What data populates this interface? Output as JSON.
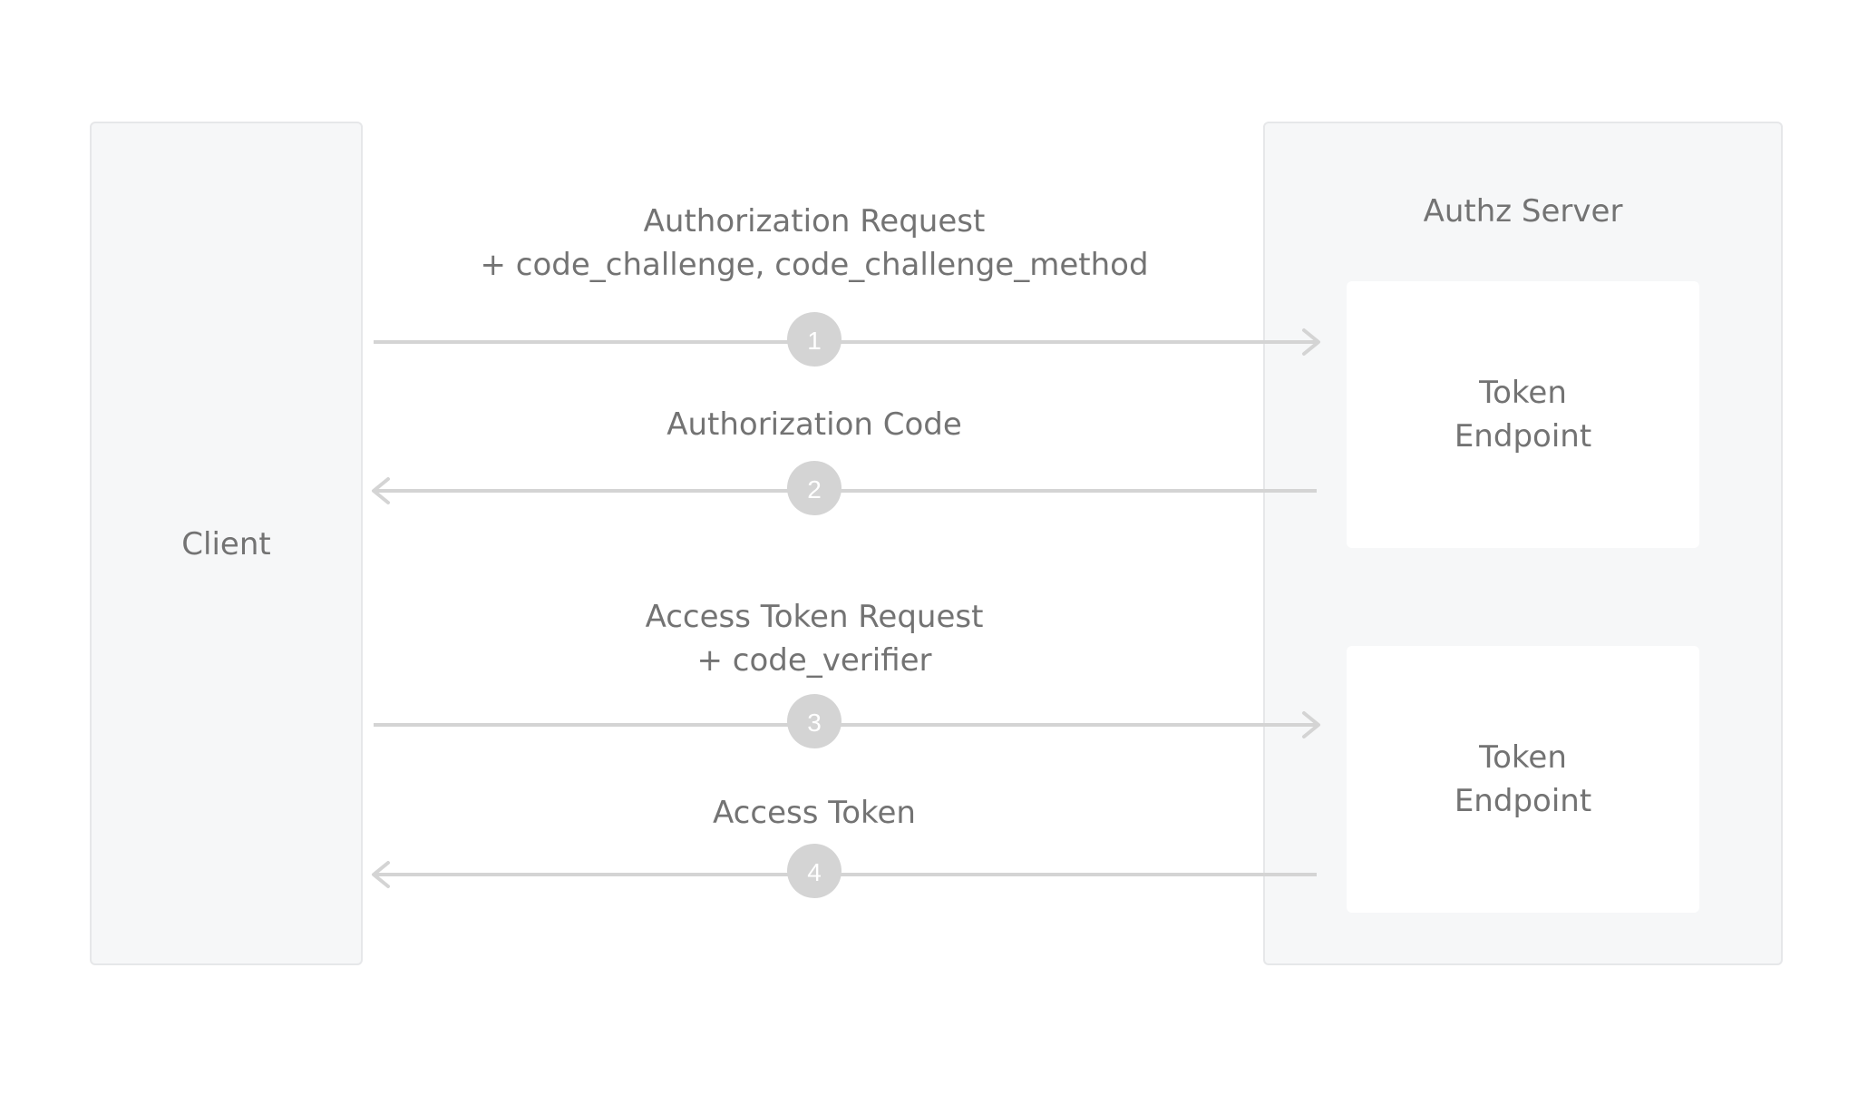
{
  "client": {
    "label": "Client"
  },
  "server": {
    "title": "Authz Server",
    "endpoints": [
      {
        "line1": "Token",
        "line2": "Endpoint"
      },
      {
        "line1": "Token",
        "line2": "Endpoint"
      }
    ]
  },
  "messages": [
    {
      "step": "1",
      "direction": "right",
      "line1": "Authorization Request",
      "line2": "+ code_challenge, code_challenge_method"
    },
    {
      "step": "2",
      "direction": "left",
      "line1": "Authorization Code",
      "line2": ""
    },
    {
      "step": "3",
      "direction": "right",
      "line1": "Access Token Request",
      "line2": "+ code_verifier"
    },
    {
      "step": "4",
      "direction": "left",
      "line1": "Access Token",
      "line2": ""
    }
  ],
  "colors": {
    "panel_bg": "#f6f7f8",
    "panel_border": "#e6e7e9",
    "arrow": "#d4d4d4",
    "step_circle": "#d4d4d4",
    "text": "#737373"
  }
}
